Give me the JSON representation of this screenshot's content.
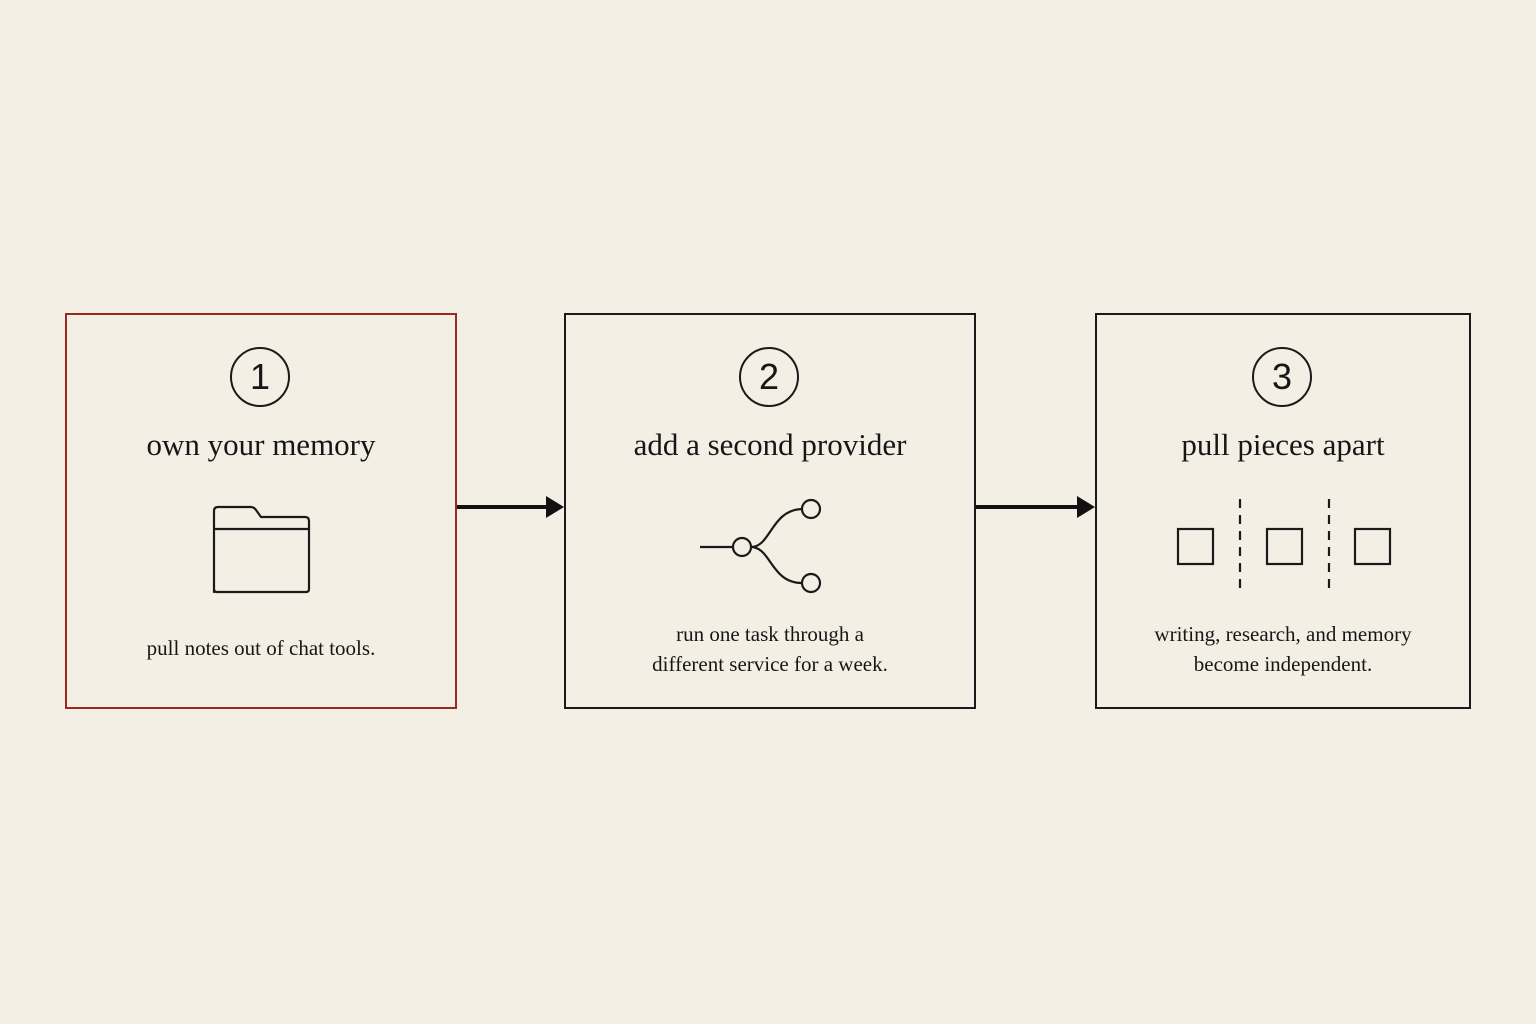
{
  "steps": [
    {
      "number": "1",
      "title": "own your memory",
      "icon": "folder-icon",
      "description_lines": [
        "pull notes out of chat tools."
      ],
      "border_color": "#9a2a20"
    },
    {
      "number": "2",
      "title": "add a second provider",
      "icon": "branch-icon",
      "description_lines": [
        "run one task through a",
        "different service for a week."
      ],
      "border_color": "#1a1a1a"
    },
    {
      "number": "3",
      "title": "pull pieces apart",
      "icon": "separated-blocks-icon",
      "description_lines": [
        "writing, research, and memory",
        "become independent."
      ],
      "border_color": "#1a1a1a"
    }
  ],
  "colors": {
    "background": "#f4efe5",
    "ink": "#1a1a1a",
    "highlight": "#9a2a20"
  }
}
